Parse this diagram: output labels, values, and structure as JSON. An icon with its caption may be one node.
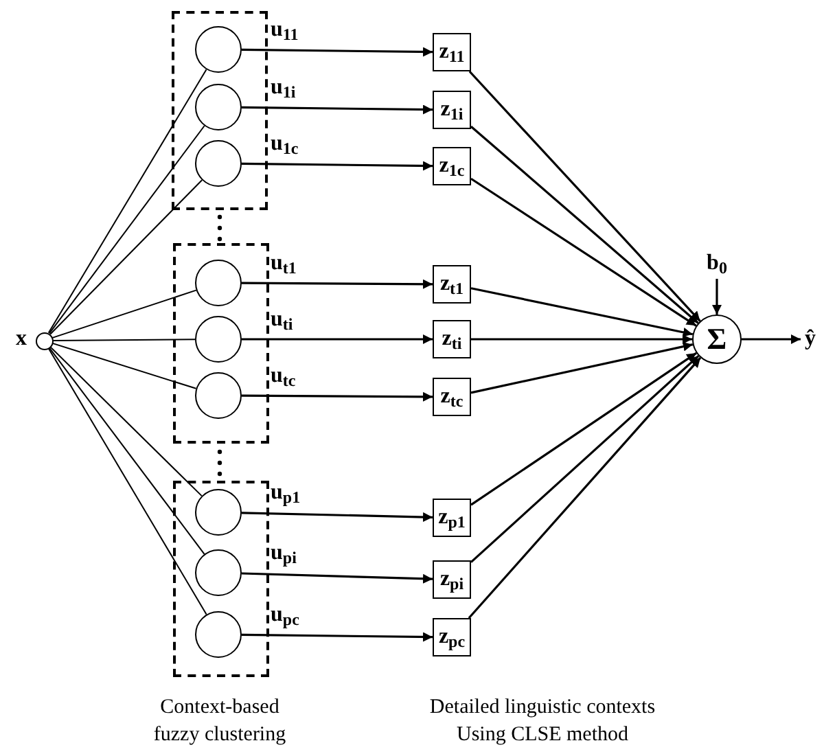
{
  "diagram": {
    "nodes": [
      {
        "text": [],
        "shape": "circle",
        "beside": [
          "x"
        ]
      },
      {
        "text": [],
        "shape": "box"
      },
      {
        "text": [],
        "shape": "box"
      },
      {
        "text": [],
        "shape": "box"
      },
      {
        "text": [],
        "shape": "circle",
        "in": 1
      },
      {
        "text": [],
        "shape": "circle",
        "in": 1
      },
      {
        "text": [],
        "shape": "circle",
        "in": 1
      },
      {
        "text": [],
        "shape": "circle",
        "in": 2
      },
      {
        "text": [],
        "shape": "circle",
        "in": 2
      },
      {
        "text": [],
        "shape": "circle",
        "in": 2
      },
      {
        "text": [],
        "shape": "circle",
        "in": 3
      },
      {
        "text": [],
        "shape": "circle",
        "in": 3
      },
      {
        "text": [],
        "shape": "circle",
        "in": 3
      },
      {
        "text": [
          "z$_{11}$"
        ]
      },
      {
        "text": [
          "z$_{1i}$"
        ]
      },
      {
        "text": [
          "z$_{1c}$"
        ]
      },
      {
        "text": [
          "z$_{t1}$"
        ]
      },
      {
        "text": [
          "z$_{ti}$"
        ]
      },
      {
        "text": [
          "z$_{tc}$"
        ]
      },
      {
        "text": [
          "z$_{p1}$"
        ]
      },
      {
        "text": [
          "z$_{pi}$"
        ]
      },
      {
        "text": [
          "z$_{pc}$"
        ]
      },
      {
        "text": [
          "Σ"
        ]
      },
      {
        "text": [
          "b$_{0}$"
        ]
      },
      {
        "text": [
          "ŷ"
        ]
      }
    ],
    "edges": [
      {
        "from": 0,
        "to": 4,
        "arrow": "none"
      },
      {
        "from": 0,
        "to": 5,
        "arrow": "none"
      },
      {
        "from": 0,
        "to": 6,
        "arrow": "none"
      },
      {
        "from": 0,
        "to": 7,
        "arrow": "none"
      },
      {
        "from": 0,
        "to": 8,
        "arrow": "none"
      },
      {
        "from": 0,
        "to": 9,
        "arrow": "none"
      },
      {
        "from": 0,
        "to": 10,
        "arrow": "none"
      },
      {
        "from": 0,
        "to": 11,
        "arrow": "none"
      },
      {
        "from": 0,
        "to": 12,
        "arrow": "none"
      },
      {
        "from": 4,
        "to": 13,
        "arrow": "to",
        "label": "u$_{11}$"
      },
      {
        "from": 5,
        "to": 14,
        "arrow": "to",
        "label": "u$_{1i}$"
      },
      {
        "from": 6,
        "to": 15,
        "arrow": "to",
        "label": "u$_{1c}$"
      },
      {
        "from": 7,
        "to": 16,
        "arrow": "to",
        "label": "u$_{t1}$"
      },
      {
        "from": 8,
        "to": 17,
        "arrow": "to",
        "label": "u$_{ti}$"
      },
      {
        "from": 9,
        "to": 18,
        "arrow": "to",
        "label": "u$_{tc}$"
      },
      {
        "from": 10,
        "to": 19,
        "arrow": "to",
        "label": "u$_{p1}$"
      },
      {
        "from": 11,
        "to": 20,
        "arrow": "to",
        "label": "u$_{pi}$"
      },
      {
        "from": 12,
        "to": 21,
        "arrow": "to",
        "label": "u$_{pc}$"
      },
      {
        "from": 13,
        "to": 22,
        "arrow": "to"
      },
      {
        "from": 14,
        "to": 22,
        "arrow": "to"
      },
      {
        "from": 15,
        "to": 22,
        "arrow": "to"
      },
      {
        "from": 16,
        "to": 22,
        "arrow": "to"
      },
      {
        "from": 17,
        "to": 22,
        "arrow": "to"
      },
      {
        "from": 18,
        "to": 22,
        "arrow": "to"
      },
      {
        "from": 19,
        "to": 22,
        "arrow": "to"
      },
      {
        "from": 20,
        "to": 22,
        "arrow": "to"
      },
      {
        "from": 21,
        "to": 22,
        "arrow": "to"
      },
      {
        "from": 23,
        "to": 22,
        "arrow": "to"
      },
      {
        "from": 22,
        "to": 24,
        "arrow": "to"
      }
    ],
    "labels": [
      "Context-based fuzzy clustering",
      "Detailed linguistic contexts Using CLSE method"
    ]
  }
}
